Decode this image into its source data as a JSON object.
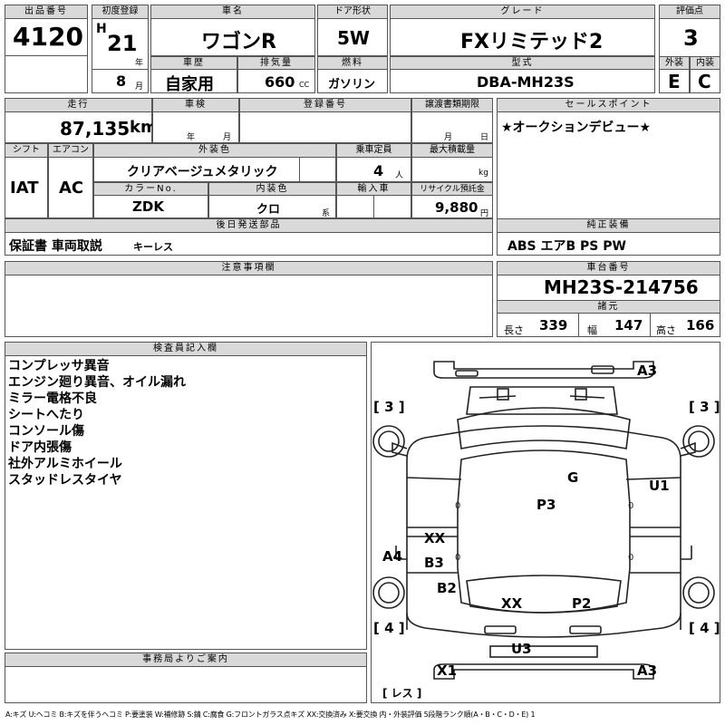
{
  "header": {
    "lot_label": "出品番号",
    "lot_no": "4120",
    "reg_label": "初度登録",
    "era": "H",
    "year": "21",
    "year_unit": "年",
    "month": "8",
    "month_unit": "月",
    "name_label": "車名",
    "car_name": "ワゴンR",
    "door_label": "ドア形状",
    "door": "5W",
    "grade_label": "グレード",
    "grade": "FXリミテッド2",
    "score_label": "評価点",
    "score": "3",
    "history_label": "車歴",
    "history": "自家用",
    "disp_label": "排気量",
    "displacement": "660",
    "disp_unit": "CC",
    "fuel_label": "燃料",
    "fuel": "ガソリン",
    "model_label": "型式",
    "model": "DBA-MH23S",
    "ext_label": "外装",
    "ext_grade": "E",
    "int_label": "内装",
    "int_grade": "C"
  },
  "row2": {
    "mileage_label": "走行",
    "mileage": "87,135",
    "mileage_unit": "km",
    "inspection_label": "車検",
    "insp_year_unit": "年",
    "insp_month_unit": "月",
    "regno_label": "登録番号",
    "deadline_label": "譲渡書類期限",
    "deadline_month_unit": "月",
    "deadline_day_unit": "日",
    "sales_label": "セールスポイント",
    "sales_point": "★オークションデビュー★"
  },
  "row3": {
    "shift_label": "シフト",
    "shift": "IAT",
    "ac_label": "エアコン",
    "ac": "AC",
    "color_label": "外装色",
    "color": "クリアベージュメタリック",
    "capacity_label": "乗車定員",
    "capacity": "4",
    "capacity_unit": "人",
    "load_label": "最大積載量",
    "load_unit": "kg",
    "colorno_label": "カラーNo.",
    "colorno": "ZDK",
    "interior_label": "内装色",
    "interior": "クロ",
    "interior_unit": "系",
    "import_label": "輸入車",
    "recycle_label": "リサイクル預託金",
    "recycle": "9,880",
    "recycle_unit": "円"
  },
  "later": {
    "label": "後日発送部品",
    "items": "保証書 車両取説",
    "extra": "キーレス"
  },
  "equip": {
    "label": "純正装備",
    "items": "ABS エアB PS PW"
  },
  "caution": {
    "label": "注意事項欄"
  },
  "chassis": {
    "label": "車台番号",
    "number": "MH23S-214756",
    "dims_label": "諸元",
    "len_label": "長さ",
    "length": "339",
    "wid_label": "幅",
    "width": "147",
    "hgt_label": "高さ",
    "height": "166"
  },
  "inspector": {
    "label": "検査員記入欄",
    "notes": [
      "コンプレッサ異音",
      "エンジン廻り異音、オイル漏れ",
      "ミラー電格不良",
      "シートへたり",
      "コンソール傷",
      "ドア内張傷",
      "社外アルミホイール",
      "スタッドレスタイヤ"
    ]
  },
  "office": {
    "label": "事務局よりご案内"
  },
  "diagram": {
    "tire_fl": "[ 3 ]",
    "tire_fr": "[ 3 ]",
    "tire_rl": "[ 4 ]",
    "tire_rr": "[ 4 ]",
    "spare": "[ レス ]",
    "marks": {
      "front_a3": "A3",
      "g": "G",
      "u1": "U1",
      "p3": "P3",
      "xx_left": "XX",
      "a4": "A4",
      "b3": "B3",
      "b2": "B2",
      "xx_rear": "XX",
      "p2": "P2",
      "u3": "U3",
      "x1": "X1",
      "rear_a3": "A3"
    }
  },
  "legend": "A:キズ U:ヘコミ B:キズを伴うヘコミ P:要塗装 W:補修跡 S:錆 C:腐食 G:フロントガラス点キズ XX:交換済み X:要交換 内・外装評価 5段階ランク順(A・B・C・D・E) 1"
}
